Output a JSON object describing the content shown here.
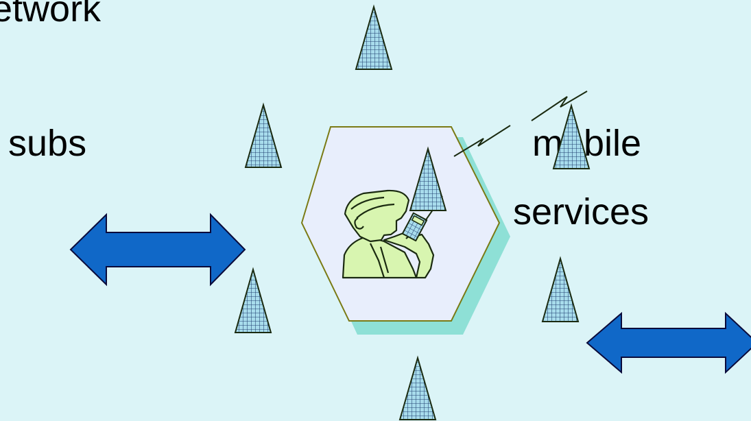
{
  "diagram": {
    "labels": {
      "network": "etwork",
      "subs": "subs",
      "mobile": "mobile",
      "services": "services"
    },
    "colors": {
      "background": "#dbf4f7",
      "arrow_fill": "#1068c8",
      "arrow_stroke": "#0a0a3a",
      "hexagon_fill": "#e8eefc",
      "hexagon_stroke": "#7a7a14",
      "hexagon_shadow": "#8ee0d6",
      "tower_fill": "#a8dcec",
      "tower_grid": "#204070",
      "person_fill": "#d8f5b0",
      "person_stroke": "#1a2a10"
    },
    "icons": [
      "antenna-tower-icon",
      "mobile-user-icon",
      "radio-signal-icon",
      "bidirectional-arrow-icon"
    ]
  }
}
